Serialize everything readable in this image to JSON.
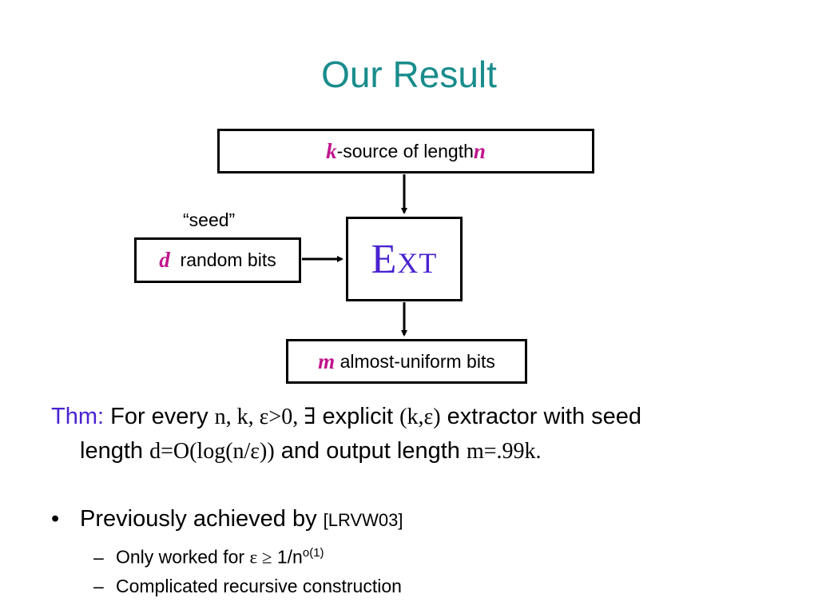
{
  "slide": {
    "title": "Our Result"
  },
  "diagram": {
    "source": {
      "var": "k",
      "text": "-source of length ",
      "var2": "n"
    },
    "seed_caption": "“seed”",
    "seed": {
      "var": "d",
      "text": "random bits"
    },
    "ext_label": "Ext",
    "output": {
      "var": "m",
      "text": "almost-uniform bits"
    }
  },
  "theorem": {
    "label": "Thm:",
    "t1": " For every ",
    "m1": "n, k, ε>0, ∃",
    "t2": " explicit ",
    "m2": "(k,ε)",
    "t3": " extractor with seed",
    "t4": "length ",
    "m3": "d=O(log(n/ε))",
    "t5": " and output length ",
    "m4": "m=.99k."
  },
  "bullets": [
    {
      "marker": "•",
      "text": "Previously achieved by ",
      "cite": "[LRVW03]",
      "subs": [
        {
          "marker": "–",
          "text": "Only worked for ",
          "math": "ε ≥",
          "text2": " 1/n",
          "sup": "o(1)"
        },
        {
          "marker": "–",
          "text": "Complicated recursive construction"
        }
      ]
    }
  ]
}
